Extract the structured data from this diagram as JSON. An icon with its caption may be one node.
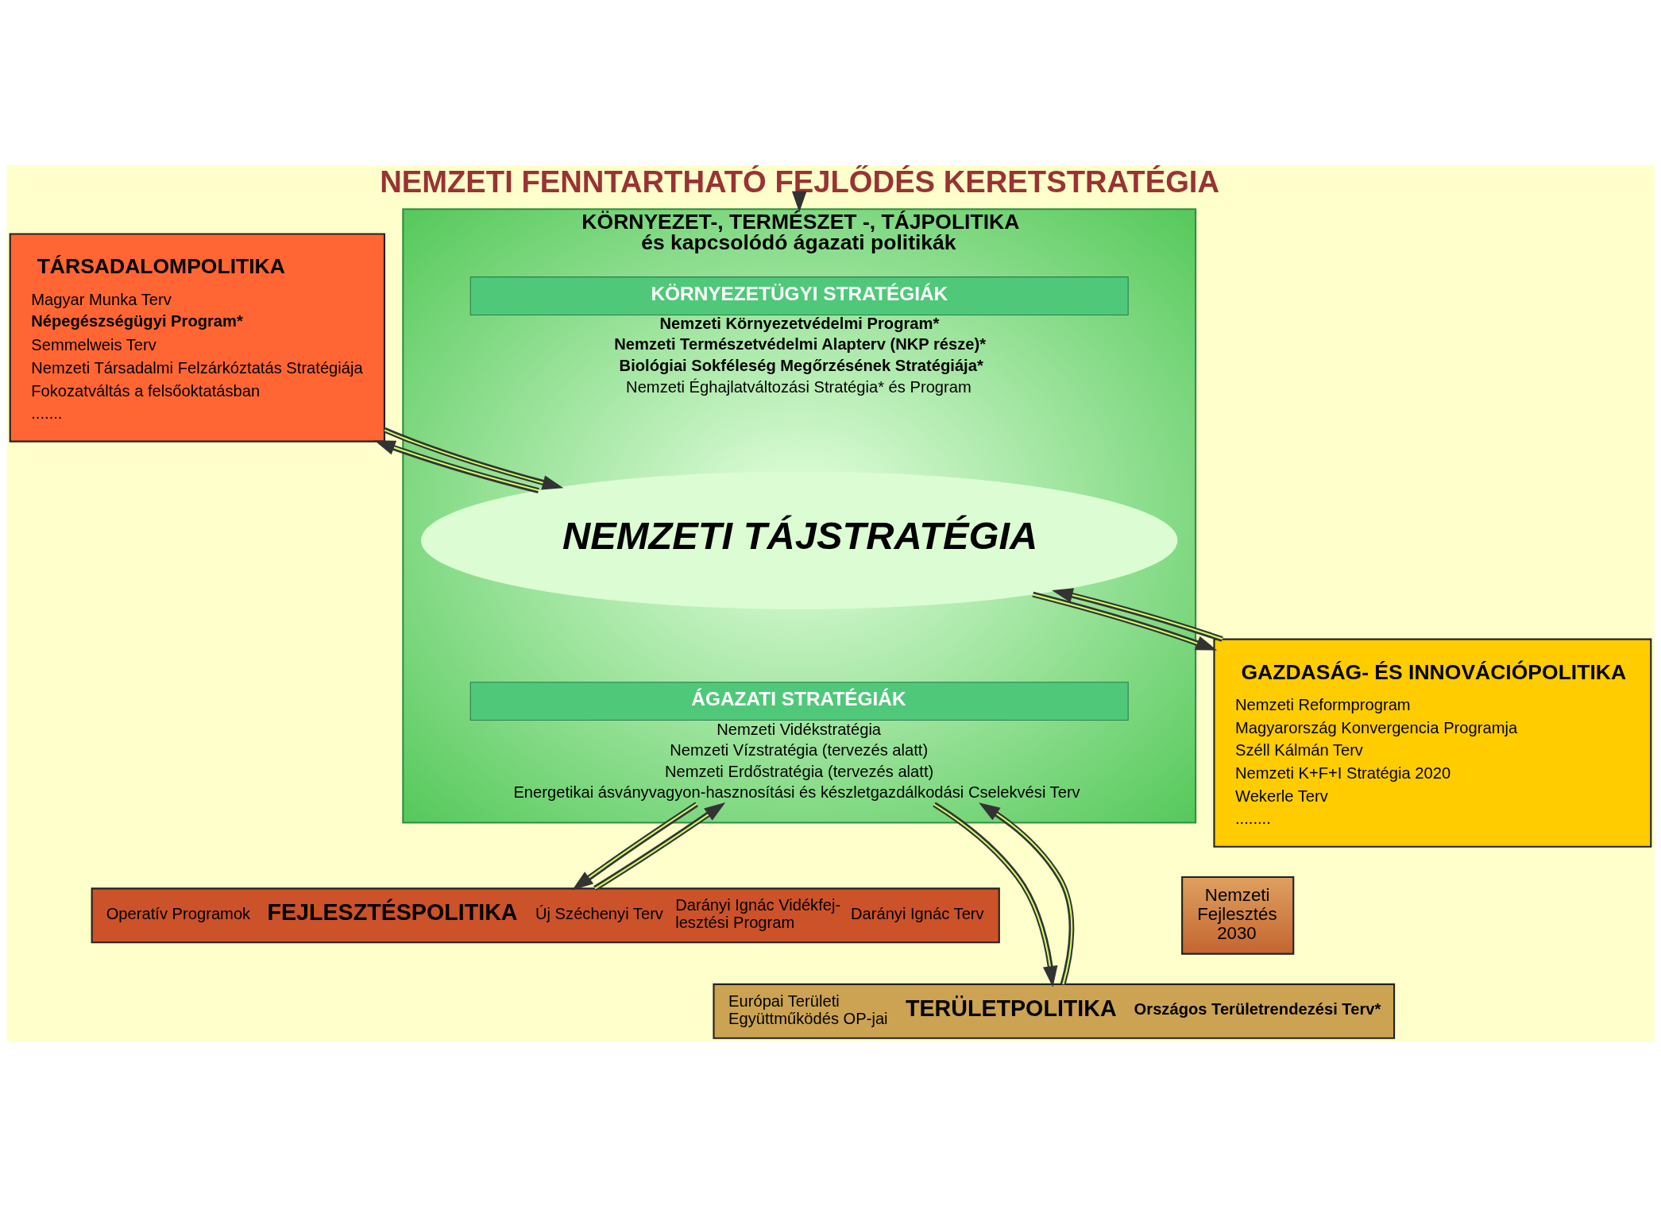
{
  "diagram": {
    "nodes": [
      {
        "text": [
          "NEMZETI FENNTARTHATÓ FEJLŐDÉS KERETSTRATÉGIA"
        ]
      },
      {
        "text": [
          "TÁRSADALOMPOLITIKA",
          "Magyar Munka Terv",
          "Népegészségügyi Program*",
          "Semmelweis Terv",
          "Nemzeti Társadalmi Felzárkóztatás Stratégiája",
          "Fokozatváltás a felsőoktatásban",
          "......."
        ]
      },
      {
        "text": [
          "KÖRNYEZET-, TERMÉSZET -, TÁJPOLITIKA és kapcsolódó ágazati politikák"
        ]
      },
      {
        "text": [
          "KÖRNYEZETÜGYI STRATÉGIÁK"
        ],
        "in": 2,
        "beside": [
          "Nemzeti Környezetvédelmi Program*",
          "Nemzeti Természetvédelmi Alapterv (NKP része)*",
          "Biológiai Sokféleség Megőrzésének Stratégiája*",
          "Nemzeti Éghajlatváltozási Stratégia* és Program"
        ]
      },
      {
        "text": [
          "NEMZETI TÁJSTRATÉGIA"
        ],
        "in": 2
      },
      {
        "text": [
          "ÁGAZATI STRATÉGIÁK"
        ],
        "in": 2,
        "beside": [
          "Nemzeti Vidékstratégia",
          "Nemzeti Vízstratégia (tervezés alatt)",
          "Nemzeti Erdőstratégia (tervezés alatt)",
          "Energetikai ásványvagyon-hasznosítási és készletgazdálkodási Cselekvési Terv"
        ]
      },
      {
        "text": [
          "GAZDASÁG- ÉS INNOVÁCIÓPOLITIKA",
          "Nemzeti Reformprogram",
          "Magyarország Konvergencia Programja",
          "Széll Kálmán Terv",
          "Nemzeti K+F+I Stratégia 2020",
          "Wekerle Terv",
          "........"
        ]
      },
      {
        "text": [
          "Operatív Programok",
          "FEJLESZTÉSPOLITIKA",
          "Új Széchenyi Terv",
          "Darányi Ignác Vidékfej- lesztési Program",
          "Darányi Ignác Terv"
        ]
      },
      {
        "text": [
          "Nemzeti Fejlesztés 2030"
        ]
      },
      {
        "text": [
          "Európai Területi Együttműködés OP-jai",
          "TERÜLETPOLITIKA",
          "Országos Területrendezési Terv*"
        ]
      }
    ],
    "edges": [
      {
        "from": 0,
        "to": 2,
        "arrow": "to"
      },
      {
        "from": 4,
        "to": 1,
        "arrow": "to"
      },
      {
        "from": 1,
        "to": 4,
        "arrow": "to"
      },
      {
        "from": 6,
        "to": 4,
        "arrow": "to"
      },
      {
        "from": 4,
        "to": 6,
        "arrow": "to"
      },
      {
        "from": 5,
        "to": 7,
        "arrow": "to"
      },
      {
        "from": 5,
        "to": 9,
        "arrow": "to"
      },
      {
        "from": 9,
        "to": 5,
        "arrow": "to"
      },
      {
        "from": 7,
        "to": 5,
        "arrow": "to"
      }
    ]
  }
}
